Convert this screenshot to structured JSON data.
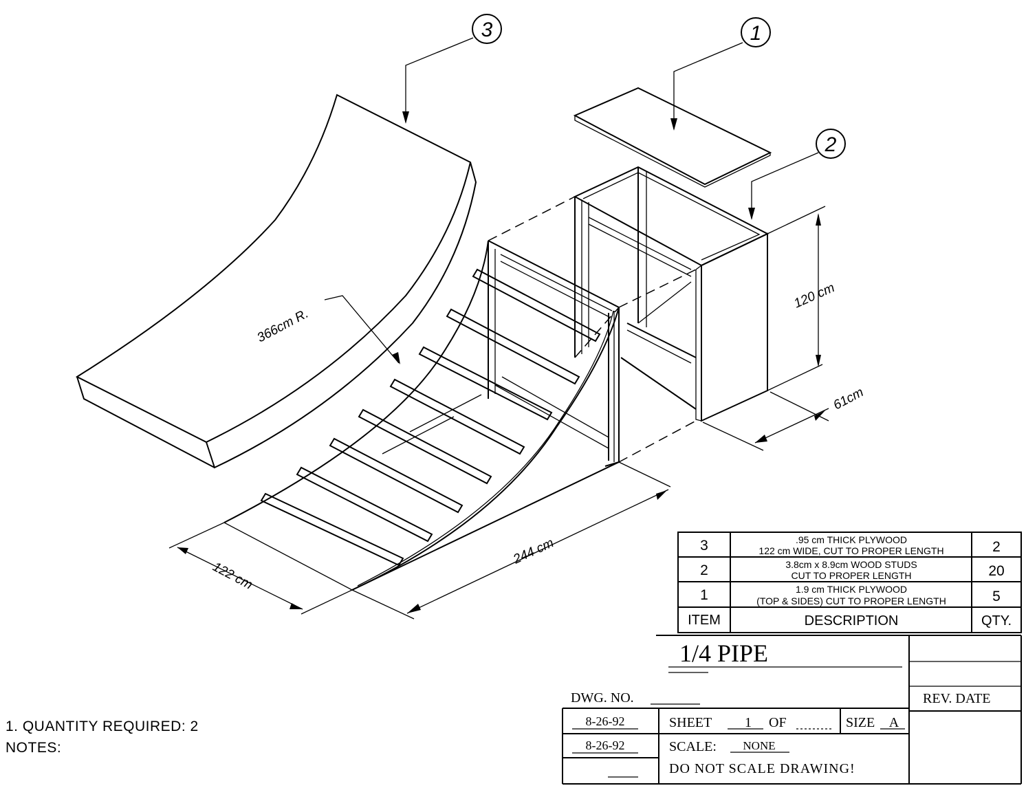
{
  "callouts": [
    {
      "label": "3"
    },
    {
      "label": "1"
    },
    {
      "label": "2"
    }
  ],
  "dimensions": {
    "radius": "366cm R.",
    "height": "120 cm",
    "depth": "61cm",
    "width": "122 cm",
    "length": "244 cm"
  },
  "bom": {
    "rows": [
      {
        "item": "3",
        "desc_line1": ".95 cm THICK PLYWOOD",
        "desc_line2": "122 cm WIDE, CUT TO PROPER LENGTH",
        "qty": "2"
      },
      {
        "item": "2",
        "desc_line1": "3.8cm x 8.9cm WOOD STUDS",
        "desc_line2": "CUT TO PROPER LENGTH",
        "qty": "20"
      },
      {
        "item": "1",
        "desc_line1": "1.9 cm THICK PLYWOOD",
        "desc_line2": "(TOP & SIDES) CUT TO PROPER LENGTH",
        "qty": "5"
      }
    ],
    "headers": {
      "item": "ITEM",
      "description": "DESCRIPTION",
      "qty": "QTY."
    }
  },
  "title_block": {
    "title": "1/4 PIPE",
    "dwg_no_label": "DWG. NO.",
    "rev_date_label": "REV. DATE",
    "date1": "8-26-92",
    "date2": "8-26-92",
    "sheet_label": "SHEET",
    "sheet_value": "1",
    "of_label": "OF",
    "size_label": "SIZE",
    "size_value": "A",
    "scale_label": "SCALE:",
    "scale_value": "NONE",
    "warning": "DO NOT SCALE DRAWING!"
  },
  "notes": {
    "header": "NOTES:",
    "item1": "1. QUANTITY REQUIRED: 2"
  }
}
